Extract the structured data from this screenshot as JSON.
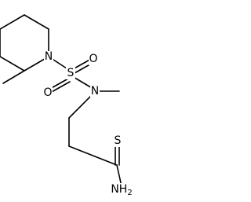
{
  "molecule": {
    "atom_labels": {
      "ring_nitrogen": "N",
      "sulfur": "S",
      "oxygen_right": "O",
      "oxygen_left": "O",
      "amine_nitrogen": "N",
      "thione_sulfur": "S",
      "amide_group": "NH2"
    }
  },
  "colors": {
    "bond": "#000000",
    "text": "#000000",
    "background": "#ffffff"
  }
}
